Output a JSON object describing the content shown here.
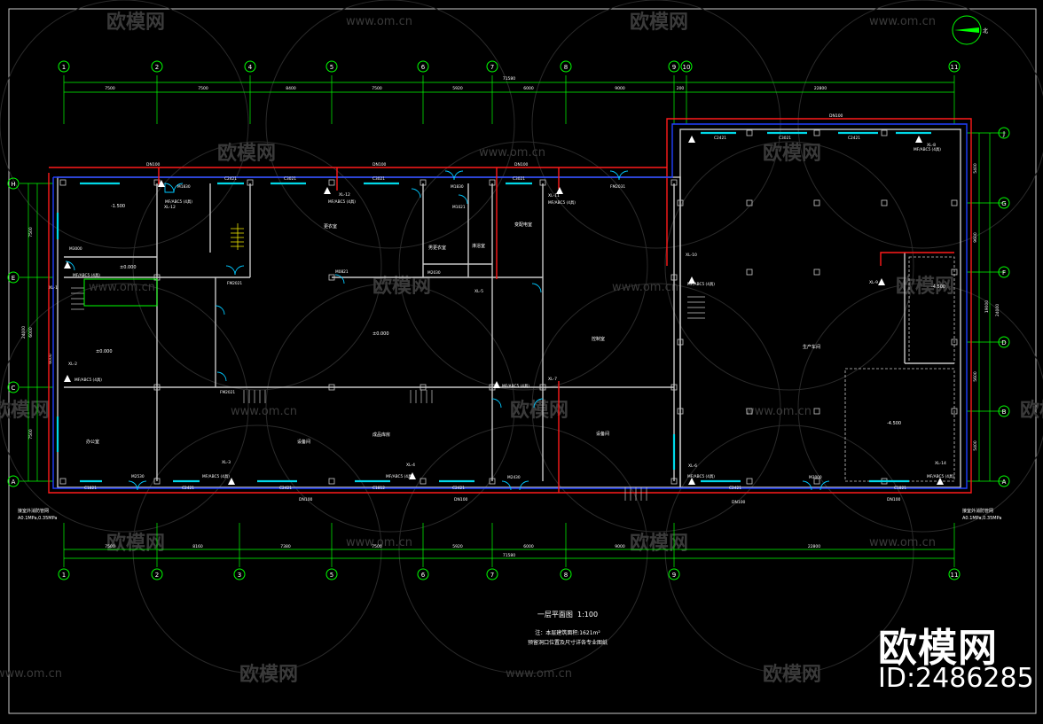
{
  "colors": {
    "background": "#000000",
    "axis": "#00ff00",
    "wall": "#c8c8c8",
    "pipe_red": "#ff1a1a",
    "pipe_blue": "#2040ff",
    "window_cyan": "#00d8e8",
    "door_cyan": "#00c8ff",
    "stair_yellow": "#e8e000",
    "text_white": "#ffffff",
    "watermark": "#3a3a3a"
  },
  "watermark": {
    "brand": "欧模网",
    "url": "www.om.cn",
    "big_brand": "欧模网",
    "id": "ID:2486285"
  },
  "title": {
    "name": "一层平面图",
    "scale": "1:100",
    "note1": "注：本层建筑面积:1621m²",
    "note2": "预留洞口位置及尺寸详各专业图纸"
  },
  "grid_columns_top": [
    "1",
    "2",
    "4",
    "5",
    "6",
    "7",
    "8",
    "9",
    "10",
    "11"
  ],
  "grid_columns_bottom": [
    "1",
    "2",
    "3",
    "5",
    "6",
    "7",
    "8",
    "9",
    "11"
  ],
  "grid_rows_left": [
    "H",
    "E",
    "C",
    "A"
  ],
  "grid_rows_right": [
    "J",
    "G",
    "F",
    "D",
    "B",
    "A"
  ],
  "dims_top": [
    "7500",
    "7500",
    "8400",
    "7500",
    "5920",
    "6000",
    "9000",
    "200",
    "22800"
  ],
  "dims_top_total": "71580",
  "dims_bottom": [
    "7500",
    "8160",
    "7380",
    "7500",
    "5920",
    "6000",
    "9000",
    "22800"
  ],
  "dims_bottom_total": "71580",
  "dims_left": [
    "7500",
    "6000",
    "6000",
    "7500"
  ],
  "dims_left_total": "24000",
  "dims_right": [
    "5400",
    "9600",
    "19000",
    "5600",
    "5400"
  ],
  "dims_right_total": "24000",
  "rooms": {
    "r1": "-1.500",
    "r2": "办公室",
    "r3": "更衣室",
    "r4": "男更衣室",
    "r5": "淋浴室",
    "r6": "变配电室",
    "r7": "±0.000",
    "r8": "控制室",
    "r9": "设备间",
    "r10": "生产车间",
    "r11": "设备间",
    "r12": "成品库房",
    "r13": "-4.500",
    "r14": "-4.500",
    "r15": "±0.000",
    "r16": "±0.000"
  },
  "pipe_labels": [
    "DN100",
    "DN100",
    "DN100",
    "DN100",
    "DN100",
    "DN100",
    "DN100",
    "DN100"
  ],
  "hydrant_labels": [
    "MF/ABC5 (4具)",
    "MF/ABC5 (4具)",
    "MF/ABC5 (4具)",
    "MF/ABC5 (4具)",
    "MF/ABC5 (4具)",
    "MF/ABC5 (4具)",
    "MF/ABC5 (4具)",
    "MF/ABC5 (4具)",
    "MF/ABC5 (4具)",
    "MF/ABC5 (4具)",
    "MF/ABC5 (4具)",
    "MF/ABC5 (4具)"
  ],
  "xl_labels": [
    "XL-12",
    "XL-12",
    "XL-11",
    "XL-10",
    "XL-1",
    "XL-2",
    "XL-3",
    "XL-4",
    "XL-5",
    "XL-6",
    "XL-7",
    "XL-8",
    "XL-9",
    "XL-14"
  ],
  "window_labels": [
    "C1821",
    "C2421",
    "C2421",
    "C1812",
    "C2421",
    "C2421",
    "C1821",
    "C2421",
    "C3021",
    "C3021",
    "C3021",
    "C2421",
    "C3021",
    "C2421"
  ],
  "door_labels": [
    "M1830",
    "M1021",
    "M0821",
    "M1830",
    "FM2021",
    "M2530",
    "FM2031",
    "FM2021",
    "M2430",
    "M3000",
    "M3000",
    "M2030"
  ],
  "inlet_label_left": "接室外消防管网\nA0.1MPa,0.35MPa",
  "inlet_label_right": "接室外消防管网\nA0.1MPa,0.35MPa",
  "north": "北"
}
